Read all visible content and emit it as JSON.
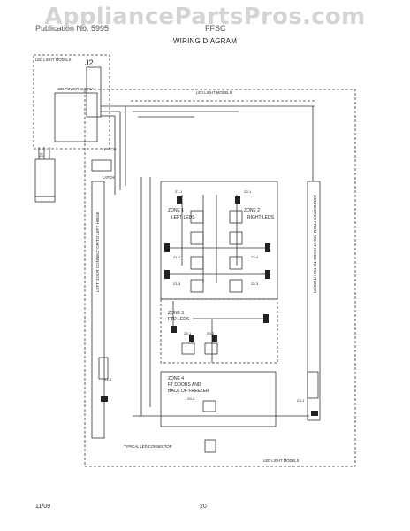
{
  "watermark": "AppliancePartsPros.com",
  "header": {
    "model_left": "Publication No. 5995",
    "model_right": "FFSC"
  },
  "title": "WIRING DIAGRAM",
  "footer": {
    "date": "11/09",
    "page": "20"
  },
  "labels": {
    "led_light_models_top_left": "LED LIGHT MODELS",
    "led_light_models_top": "LED LIGHT MODELS",
    "led_light_models_bottom": "LED LIGHT MODELS",
    "connector_j2": "J2",
    "connector_j1": "J1",
    "power_supply": "LED POWER SUPPLY",
    "latch_top": "LATCH",
    "latch_bottom": "LATCH",
    "left_door": "LEFT DOOR CONNECTOR TO LEFT HINGE",
    "right_door": "CONNECTOR FROM RIGHT HINGE TO RIGHT DOOR",
    "zone1": "ZONE 1",
    "zone1_sub": "LEFT LEDS",
    "zone2": "ZONE 2",
    "zone2_sub": "RIGHT LEDS",
    "zone3": "ZONE 3",
    "zone3_sub": "FTD LEDS",
    "zone4": "ZONE 4",
    "zone4_line1": "FT DOORS AND",
    "zone4_line2": "BACK OF FREEZER",
    "typical": "TYPICAL LED CONNECTOR",
    "z1_1": "Z1-1",
    "z2_1": "Z2-1",
    "z1_2": "Z1-2",
    "z2_2": "Z2-2",
    "z1_3": "Z1-3",
    "z2_3": "Z2-3",
    "z3_1": "Z3-1",
    "z3_2": "Z3-2",
    "z4_1": "Z4-1",
    "z4_2": "Z4-2",
    "z4_3": "Z4-3",
    "zl_1": "Z1-1",
    "zr_1": "Z4-1"
  }
}
